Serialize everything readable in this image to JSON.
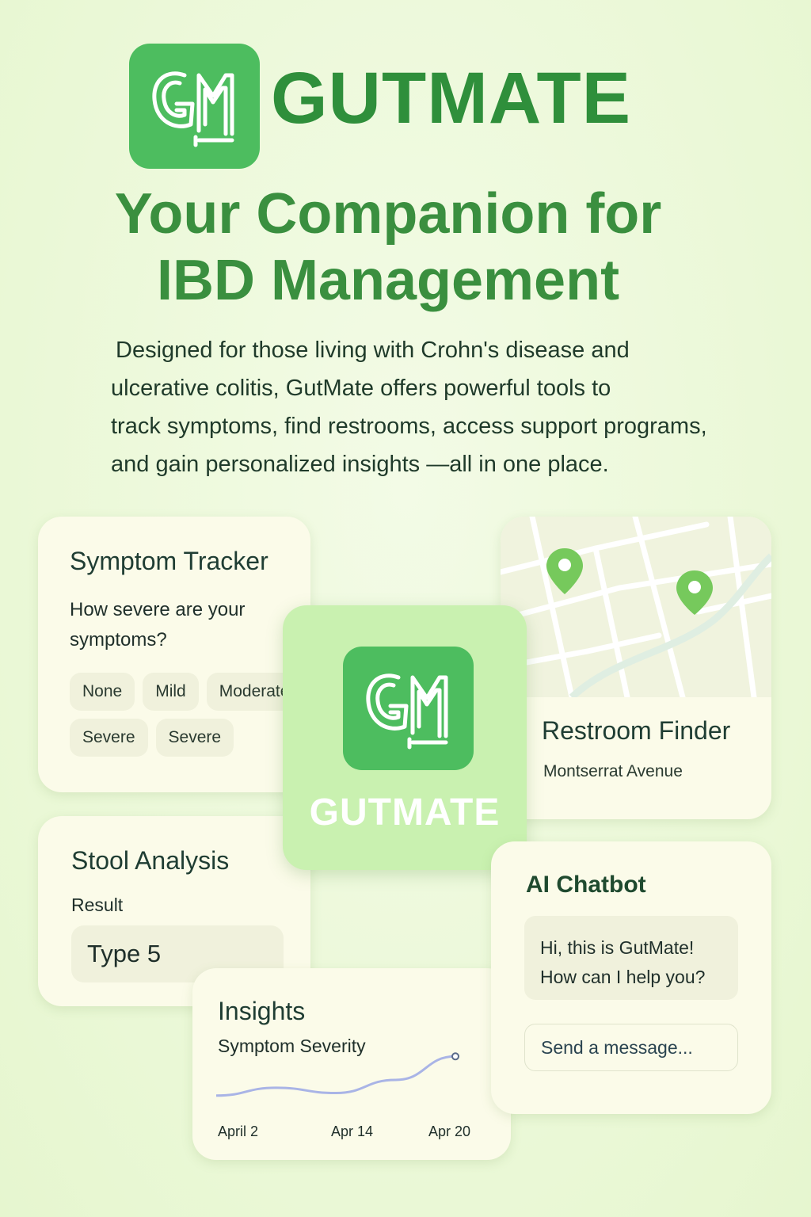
{
  "brand": {
    "name": "GUTMATE",
    "icon": "gm-logo-icon"
  },
  "headline": {
    "line1": "Your Companion for",
    "line2": "IBD Management"
  },
  "description": {
    "line1": "Designed for those living with Crohn's disease and",
    "line2": "ulcerative colitis, GutMate offers powerful tools to",
    "line3": "track symptoms, find restrooms, access support programs,",
    "line4": "and gain personalized insights —all in one place."
  },
  "symptom_tracker": {
    "title": "Symptom Tracker",
    "question": "How severe are your symptoms?",
    "options": [
      "None",
      "Mild",
      "Moderate",
      "Severe",
      "Severe"
    ]
  },
  "restroom_finder": {
    "title": "Restroom Finder",
    "street": "Montserrat Avenue",
    "pins": [
      "map-pin-icon",
      "map-pin-icon"
    ]
  },
  "center_tile": {
    "name": "GUTMATE"
  },
  "stool_analysis": {
    "title": "Stool Analysis",
    "result_label": "Result",
    "result_value": "Type 5"
  },
  "insights": {
    "title": "Insights",
    "subtitle": "Symptom Severity",
    "ticks": [
      "April 2",
      "Apr 14",
      "Apr 20"
    ]
  },
  "chatbot": {
    "title": "AI Chatbot",
    "greeting_line1": "Hi, this is GutMate!",
    "greeting_line2": "How can I help you?",
    "input_placeholder": "Send a message..."
  },
  "colors": {
    "brand_green": "#4dbd5f",
    "headline_green": "#3a8f3f",
    "background": "#eefadc",
    "card": "#fbfbe9"
  },
  "chart_data": {
    "type": "line",
    "title": "Symptom Severity",
    "x": [
      "April 2",
      "Apr 14",
      "Apr 20"
    ],
    "series": [
      {
        "values": [
          0.2,
          0.35,
          0.25,
          0.5,
          0.95
        ]
      }
    ],
    "ylim": [
      0,
      1
    ]
  }
}
